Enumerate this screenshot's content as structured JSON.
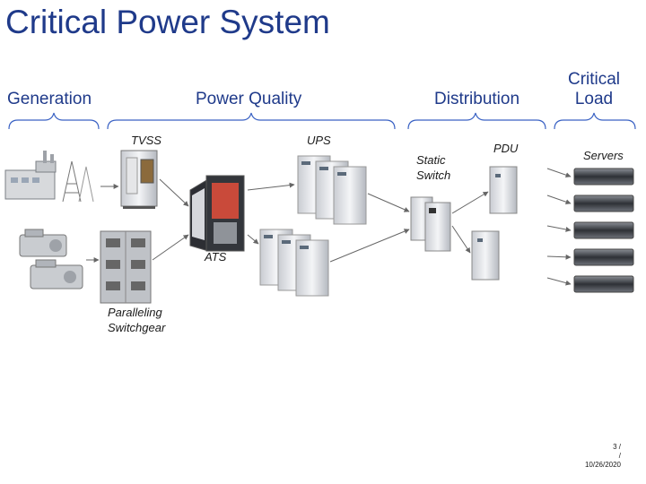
{
  "title": "Critical Power System",
  "categories": {
    "generation": "Generation",
    "power_quality": "Power Quality",
    "distribution": "Distribution",
    "critical_load_line1": "Critical",
    "critical_load_line2": "Load"
  },
  "labels": {
    "tvss": "TVSS",
    "ups": "UPS",
    "static_switch_line1": "Static",
    "static_switch_line2": "Switch",
    "pdu": "PDU",
    "servers": "Servers",
    "ats": "ATS",
    "switchgear_line1": "Paralleling",
    "switchgear_line2": "Switchgear"
  },
  "footer": {
    "page_line1": "3 /",
    "page_line2": "/",
    "date": "10/26/2020"
  },
  "colors": {
    "heading": "#1f3a8a",
    "bracket": "#3a62c4",
    "arrow": "#666666"
  }
}
